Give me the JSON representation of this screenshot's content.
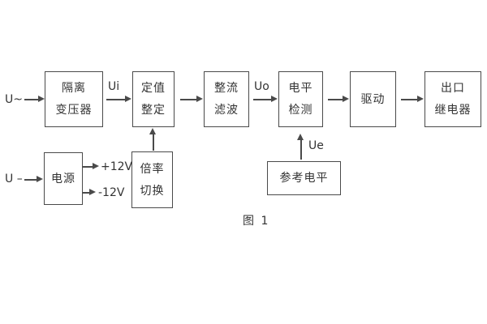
{
  "diagram": {
    "caption": "图 1",
    "inputs": {
      "ac": "U~",
      "dc": "U –"
    },
    "signals": {
      "ui": "Ui",
      "uo": "Uo",
      "ue": "Ue",
      "rail_pos": "+12V",
      "rail_neg": "-12V"
    },
    "blocks": {
      "isolation_transformer": {
        "line1": "隔离",
        "line2": "变压器"
      },
      "value_setting": {
        "line1": "定值",
        "line2": "整定"
      },
      "rectify_filter": {
        "line1": "整流",
        "line2": "滤波"
      },
      "level_detection": {
        "line1": "电平",
        "line2": "检测"
      },
      "drive": {
        "line1": "驱动"
      },
      "outlet_relay": {
        "line1": "出口",
        "line2": "继电器"
      },
      "power_supply": {
        "line1": "电源"
      },
      "ratio_switch": {
        "line1": "倍率",
        "line2": "切换"
      },
      "reference_level": {
        "line1": "参考电平"
      }
    }
  },
  "colors": {
    "line": "#4a4a4a",
    "text": "#333333",
    "background": "#ffffff"
  }
}
